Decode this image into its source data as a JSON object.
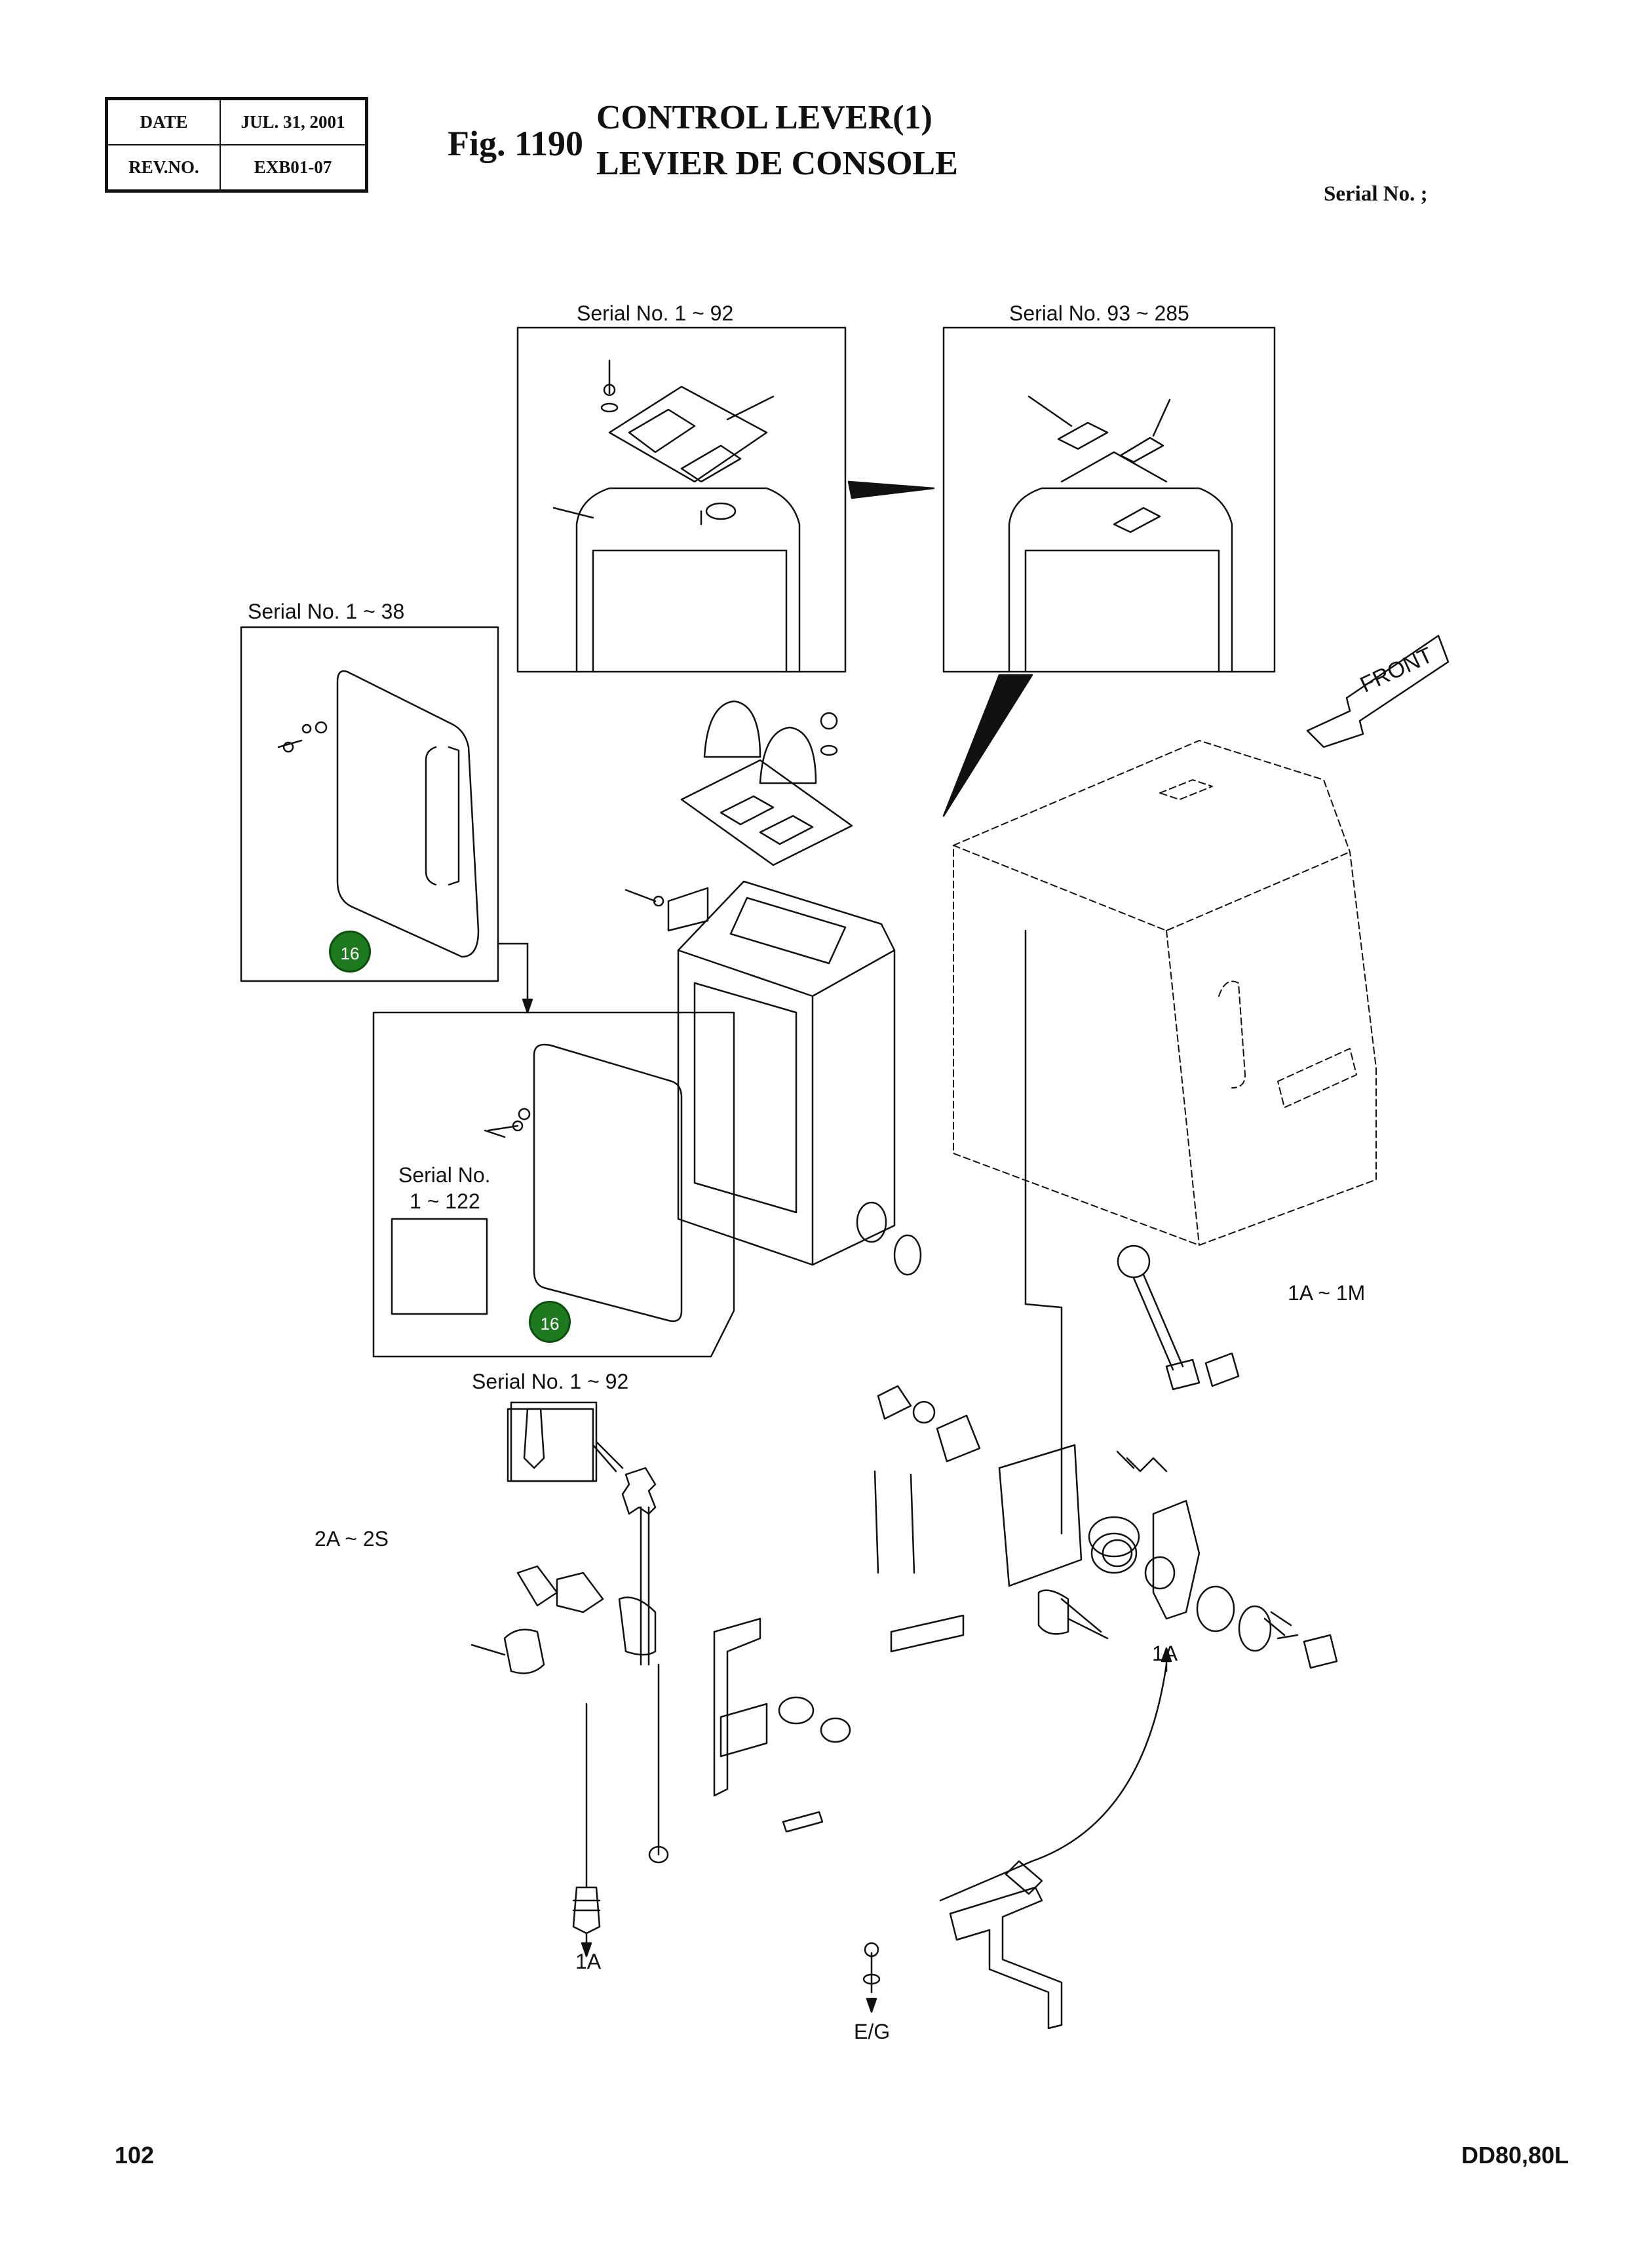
{
  "header": {
    "date_label": "DATE",
    "date_value": "JUL. 31, 2001",
    "rev_label": "REV.NO.",
    "rev_value": "EXB01-07",
    "figure_number": "Fig. 1190",
    "title_en": "CONTROL LEVER(1)",
    "title_fr": "LEVIER DE CONSOLE",
    "serial_header": "Serial No. ;"
  },
  "diagram": {
    "labels": {
      "serial_1_92_top": "Serial No. 1 ~ 92",
      "serial_93_285": "Serial No. 93 ~ 285",
      "serial_1_38": "Serial No. 1 ~ 38",
      "serial_no": "Serial No.",
      "serial_1_122": "1 ~ 122",
      "serial_1_92_lever": "Serial No. 1 ~ 92",
      "front": "FRONT",
      "range_1a_1m": "1A  ~  1M",
      "range_2a_2s": "2A  ~  2S",
      "ref_1a_right": "1A",
      "ref_1a_left": "1A",
      "ref_eg": "E/G"
    },
    "callouts": [
      "16",
      "16"
    ]
  },
  "footer": {
    "page_number": "102",
    "model": "DD80,80L"
  }
}
